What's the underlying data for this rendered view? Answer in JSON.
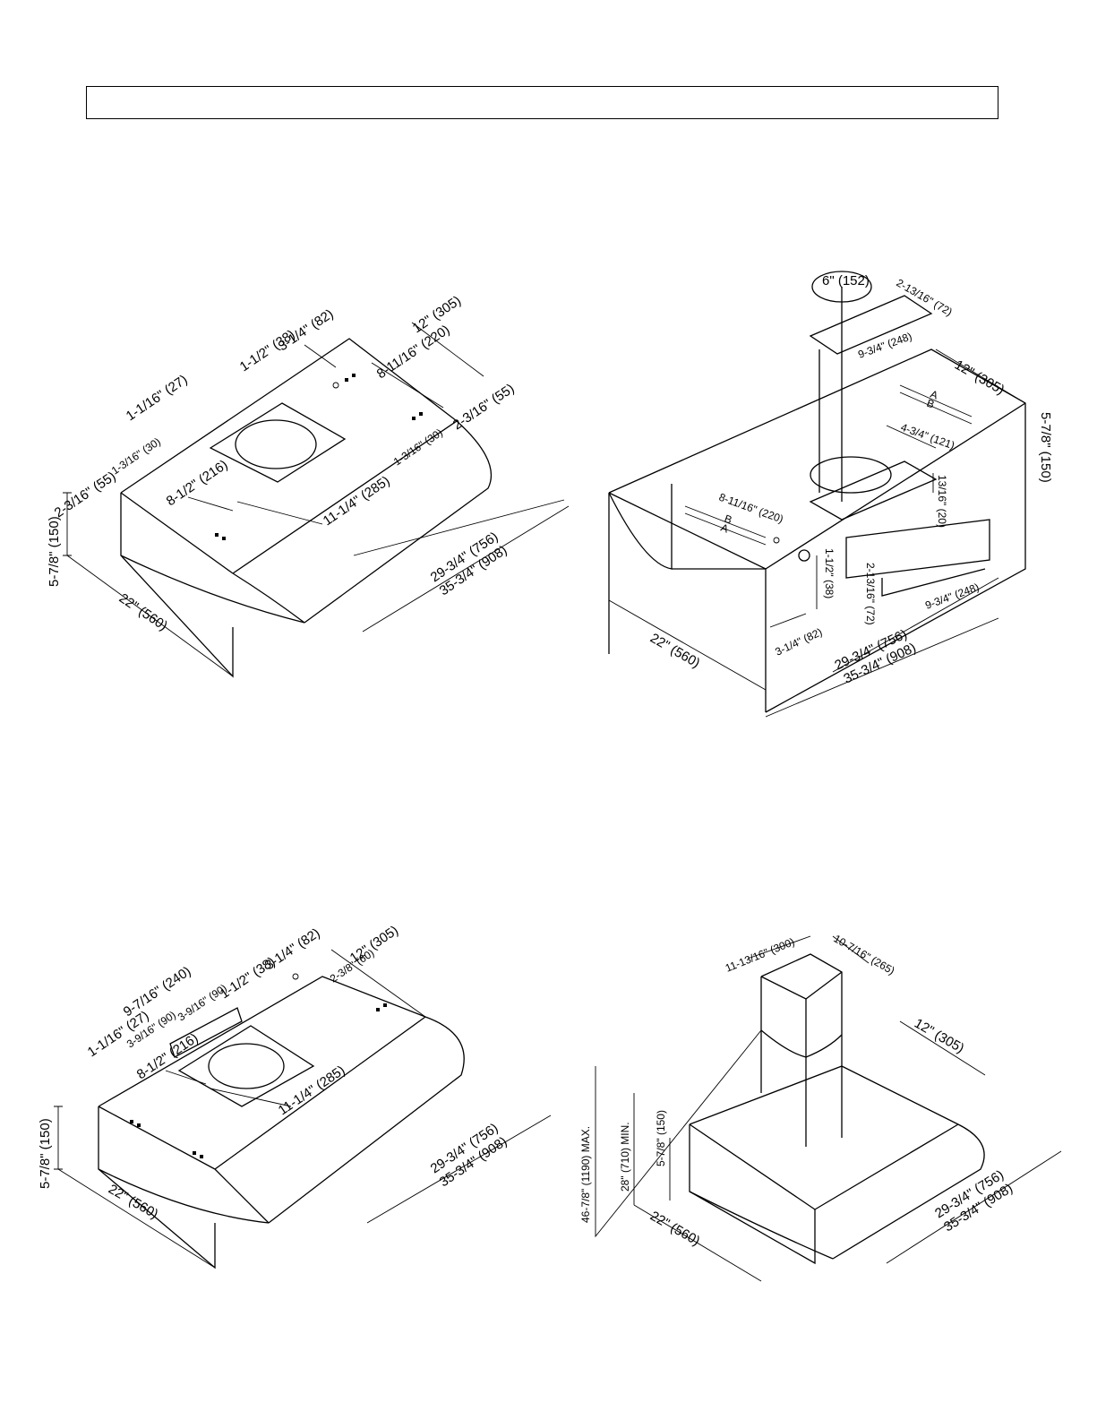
{
  "figures": {
    "top_left": {
      "labels": {
        "d_3_1_4": "3-1/4\" (82)",
        "d_1_1_2": "1-1/2\" (38)",
        "d_12": "12\" (305)",
        "d_8_11_16": "8-11/16\" (220)",
        "d_2_3_16_r": "2-3/16\" (55)",
        "d_1_3_16_r": "1-3/16\" (30)",
        "d_1_1_16": "1-1/16\" (27)",
        "d_1_3_16_l": "1-3/16\" (30)",
        "d_2_3_16_l": "2-3/16\" (55)",
        "d_8_1_2": "8-1/2\" (216)",
        "d_11_1_4": "11-1/4\" (285)",
        "d_5_7_8": "5-7/8\" (150)",
        "d_22": "22\" (560)",
        "d_29_3_4": "29-3/4\" (756)",
        "d_35_3_4": "35-3/4\" (908)"
      }
    },
    "top_right": {
      "labels": {
        "d_6": "6\" (152)",
        "d_2_13_16_top": "2-13/16\" (72)",
        "d_9_3_4_top": "9-3/4\" (248)",
        "d_12": "12\" (305)",
        "d_5_7_8": "5-7/8\" (150)",
        "d_4_3_4": "4-3/4\" (121)",
        "d_13_16": "13/16\" (20)",
        "d_8_11_16": "8-11/16\" (220)",
        "d_1_1_2": "1-1/2\" (38)",
        "d_2_13_16_bot": "2-13/16\" (72)",
        "d_9_3_4_bot": "9-3/4\" (248)",
        "d_3_1_4": "3-1/4\" (82)",
        "d_22": "22\" (560)",
        "d_29_3_4": "29-3/4\" (756)",
        "d_35_3_4": "35-3/4\" (908)",
        "mark_a_top": "A",
        "mark_b_top": "B",
        "mark_b_bot": "B",
        "mark_a_bot": "A"
      }
    },
    "bottom_left": {
      "labels": {
        "d_3_1_4": "3-1/4\" (82)",
        "d_1_1_2": "1-1/2\" (38)",
        "d_12": "12\" (305)",
        "d_2_3_8": "2-3/8\" (60)",
        "d_9_7_16": "9-7/16\" (240)",
        "d_3_9_16_a": "3-9/16\" (90)",
        "d_3_9_16_b": "3-9/16\" (90)",
        "d_1_1_16": "1-1/16\" (27)",
        "d_8_1_2": "8-1/2\" (216)",
        "d_11_1_4": "11-1/4\" (285)",
        "d_5_7_8": "5-7/8\" (150)",
        "d_22": "22\" (560)",
        "d_29_3_4": "29-3/4\" (756)",
        "d_35_3_4": "35-3/4\" (908)"
      }
    },
    "bottom_right": {
      "labels": {
        "d_11_13_16": "11-13/16\" (300)",
        "d_10_7_16": "10-7/16\" (265)",
        "d_12": "12\" (305)",
        "d_46_7_8": "46-7/8\" (1190) MAX.",
        "d_28": "28\" (710) MIN.",
        "d_5_7_8": "5-7/8\" (150)",
        "d_22": "22\" (560)",
        "d_29_3_4": "29-3/4\" (756)",
        "d_35_3_4": "35-3/4\" (908)"
      }
    }
  }
}
